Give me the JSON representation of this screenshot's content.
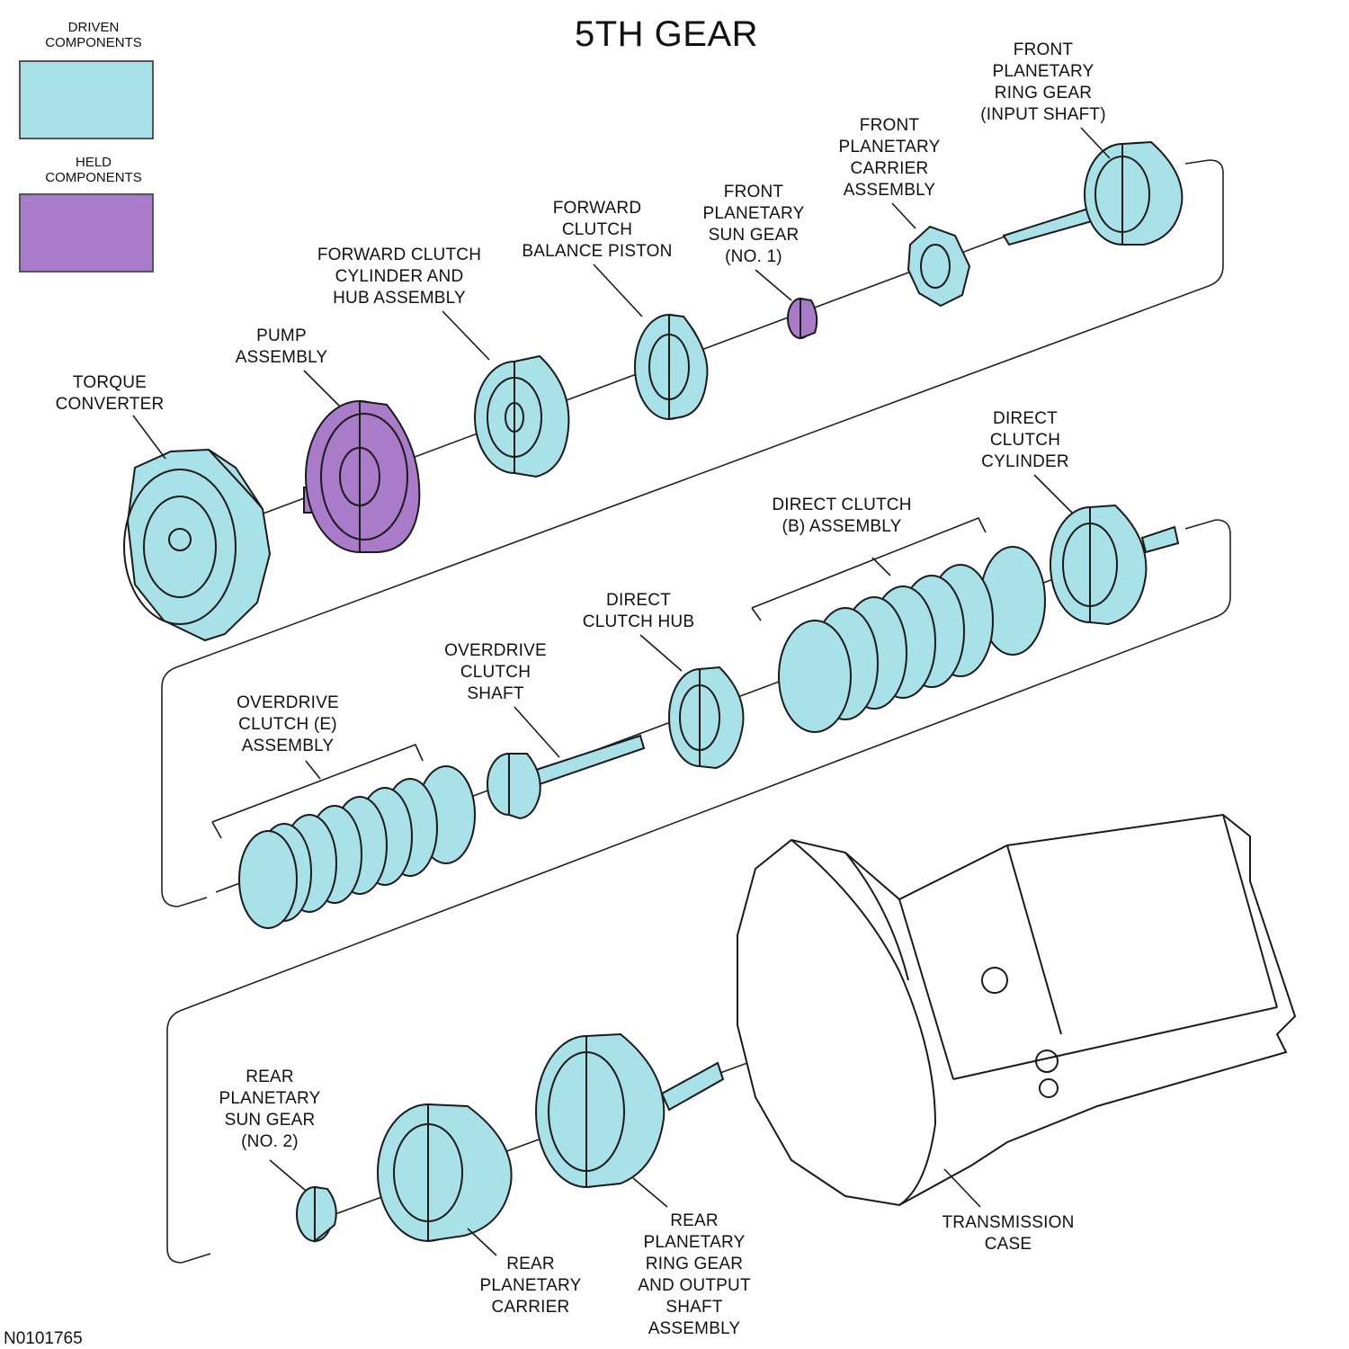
{
  "title": "5TH GEAR",
  "figure_id": "N0101765",
  "colors": {
    "driven": "#a8e1e8",
    "held": "#a97bc9",
    "outline": "#1a1a1a"
  },
  "legend": {
    "driven_label": "DRIVEN\nCOMPONENTS",
    "held_label": "HELD\nCOMPONENTS"
  },
  "labels": {
    "torque_converter": "TORQUE\nCONVERTER",
    "pump_assembly": "PUMP\nASSEMBLY",
    "forward_clutch_cylinder": "FORWARD CLUTCH\nCYLINDER AND\nHUB ASSEMBLY",
    "forward_clutch_balance_piston": "FORWARD\nCLUTCH\nBALANCE PISTON",
    "front_planetary_sun_gear": "FRONT\nPLANETARY\nSUN GEAR\n(NO. 1)",
    "front_planetary_carrier": "FRONT\nPLANETARY\nCARRIER\nASSEMBLY",
    "front_planetary_ring_gear": "FRONT\nPLANETARY\nRING GEAR\n(INPUT SHAFT)",
    "direct_clutch_cylinder": "DIRECT\nCLUTCH\nCYLINDER",
    "direct_clutch_assembly": "DIRECT CLUTCH\n(B) ASSEMBLY",
    "direct_clutch_hub": "DIRECT\nCLUTCH HUB",
    "overdrive_clutch_shaft": "OVERDRIVE\nCLUTCH\nSHAFT",
    "overdrive_clutch_assembly": "OVERDRIVE\nCLUTCH (E)\nASSEMBLY",
    "rear_planetary_sun_gear": "REAR\nPLANETARY\nSUN GEAR\n(NO. 2)",
    "rear_planetary_carrier": "REAR\nPLANETARY\nCARRIER",
    "rear_planetary_ring_gear": "REAR\nPLANETARY\nRING GEAR\nAND OUTPUT\nSHAFT\nASSEMBLY",
    "transmission_case": "TRANSMISSION\nCASE"
  },
  "components": [
    {
      "key": "torque_converter",
      "state": "driven"
    },
    {
      "key": "pump_assembly",
      "state": "held"
    },
    {
      "key": "forward_clutch_cylinder",
      "state": "driven"
    },
    {
      "key": "forward_clutch_balance_piston",
      "state": "driven"
    },
    {
      "key": "front_planetary_sun_gear",
      "state": "held"
    },
    {
      "key": "front_planetary_carrier",
      "state": "driven"
    },
    {
      "key": "front_planetary_ring_gear",
      "state": "driven"
    },
    {
      "key": "direct_clutch_cylinder",
      "state": "driven"
    },
    {
      "key": "direct_clutch_assembly",
      "state": "driven"
    },
    {
      "key": "direct_clutch_hub",
      "state": "driven"
    },
    {
      "key": "overdrive_clutch_shaft",
      "state": "driven"
    },
    {
      "key": "overdrive_clutch_assembly",
      "state": "driven"
    },
    {
      "key": "rear_planetary_sun_gear",
      "state": "driven"
    },
    {
      "key": "rear_planetary_carrier",
      "state": "driven"
    },
    {
      "key": "rear_planetary_ring_gear",
      "state": "driven"
    },
    {
      "key": "transmission_case",
      "state": "none"
    }
  ]
}
